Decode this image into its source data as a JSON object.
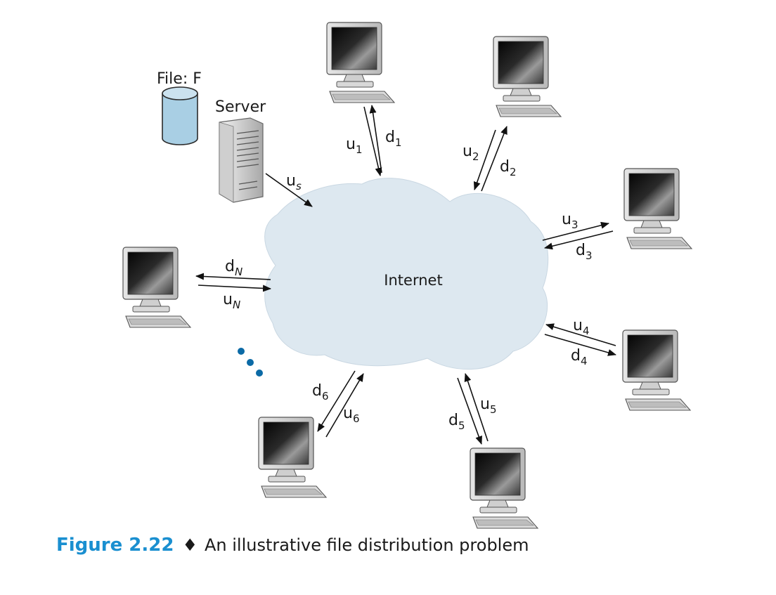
{
  "file_label": "File: F",
  "server_label": "Server",
  "cloud_label": "Internet",
  "links": {
    "s": {
      "u": "s"
    },
    "p1": {
      "u": "1",
      "d": "1"
    },
    "p2": {
      "u": "2",
      "d": "2"
    },
    "p3": {
      "u": "3",
      "d": "3"
    },
    "p4": {
      "u": "4",
      "d": "4"
    },
    "p5": {
      "u": "5",
      "d": "5"
    },
    "p6": {
      "u": "6",
      "d": "6"
    },
    "pN": {
      "u": "N",
      "d": "N"
    }
  },
  "letters": {
    "upload": "u",
    "download": "d"
  },
  "caption": {
    "number": "Figure 2.22",
    "separator": "♦",
    "text": "An illustrative file distribution problem"
  },
  "colors": {
    "cloud": "#dde8f0",
    "database": "#a9cfe4",
    "ellipsis_dots": "#0b6aa6",
    "figure_number": "#1a8fd0"
  }
}
